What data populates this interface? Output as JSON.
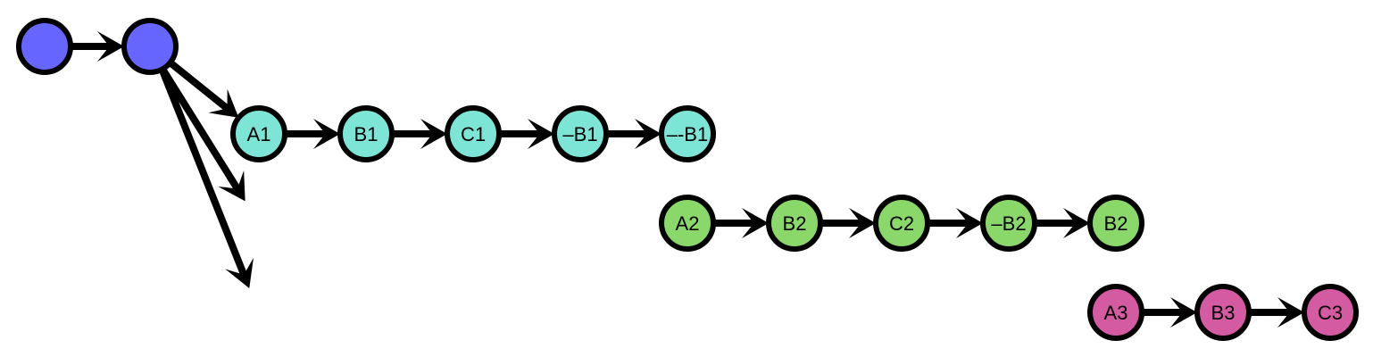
{
  "colors": {
    "stroke": "#000000",
    "root": "#6666ff",
    "branch1": "#7de5d6",
    "branch2": "#8ad86a",
    "branch3": "#d45aa2"
  },
  "nodes": [
    {
      "id": "root-a",
      "label": "",
      "color": "root"
    },
    {
      "id": "root-b",
      "label": "",
      "color": "root"
    },
    {
      "id": "a1",
      "label": "A1",
      "color": "branch1"
    },
    {
      "id": "b1",
      "label": "B1",
      "color": "branch1"
    },
    {
      "id": "c1",
      "label": "C1",
      "color": "branch1"
    },
    {
      "id": "nb1",
      "label": "–B1",
      "color": "branch1"
    },
    {
      "id": "nnb1",
      "label": "–-B1",
      "color": "branch1"
    },
    {
      "id": "a2",
      "label": "A2",
      "color": "branch2"
    },
    {
      "id": "b2",
      "label": "B2",
      "color": "branch2"
    },
    {
      "id": "c2",
      "label": "C2",
      "color": "branch2"
    },
    {
      "id": "nb2",
      "label": "–B2",
      "color": "branch2"
    },
    {
      "id": "b2b",
      "label": "B2",
      "color": "branch2"
    },
    {
      "id": "a3",
      "label": "A3",
      "color": "branch3"
    },
    {
      "id": "b3",
      "label": "B3",
      "color": "branch3"
    },
    {
      "id": "c3",
      "label": "C3",
      "color": "branch3"
    }
  ],
  "edges": [
    {
      "from": "root-a",
      "to": "root-b"
    },
    {
      "from": "root-b",
      "to": "a1"
    },
    {
      "from": "a1",
      "to": "b1"
    },
    {
      "from": "b1",
      "to": "c1"
    },
    {
      "from": "c1",
      "to": "nb1"
    },
    {
      "from": "nb1",
      "to": "nnb1"
    },
    {
      "from": "root-b",
      "to": "a2"
    },
    {
      "from": "a2",
      "to": "b2"
    },
    {
      "from": "b2",
      "to": "c2"
    },
    {
      "from": "c2",
      "to": "nb2"
    },
    {
      "from": "nb2",
      "to": "b2b"
    },
    {
      "from": "root-b",
      "to": "a3"
    },
    {
      "from": "a3",
      "to": "b3"
    },
    {
      "from": "b3",
      "to": "c3"
    }
  ]
}
